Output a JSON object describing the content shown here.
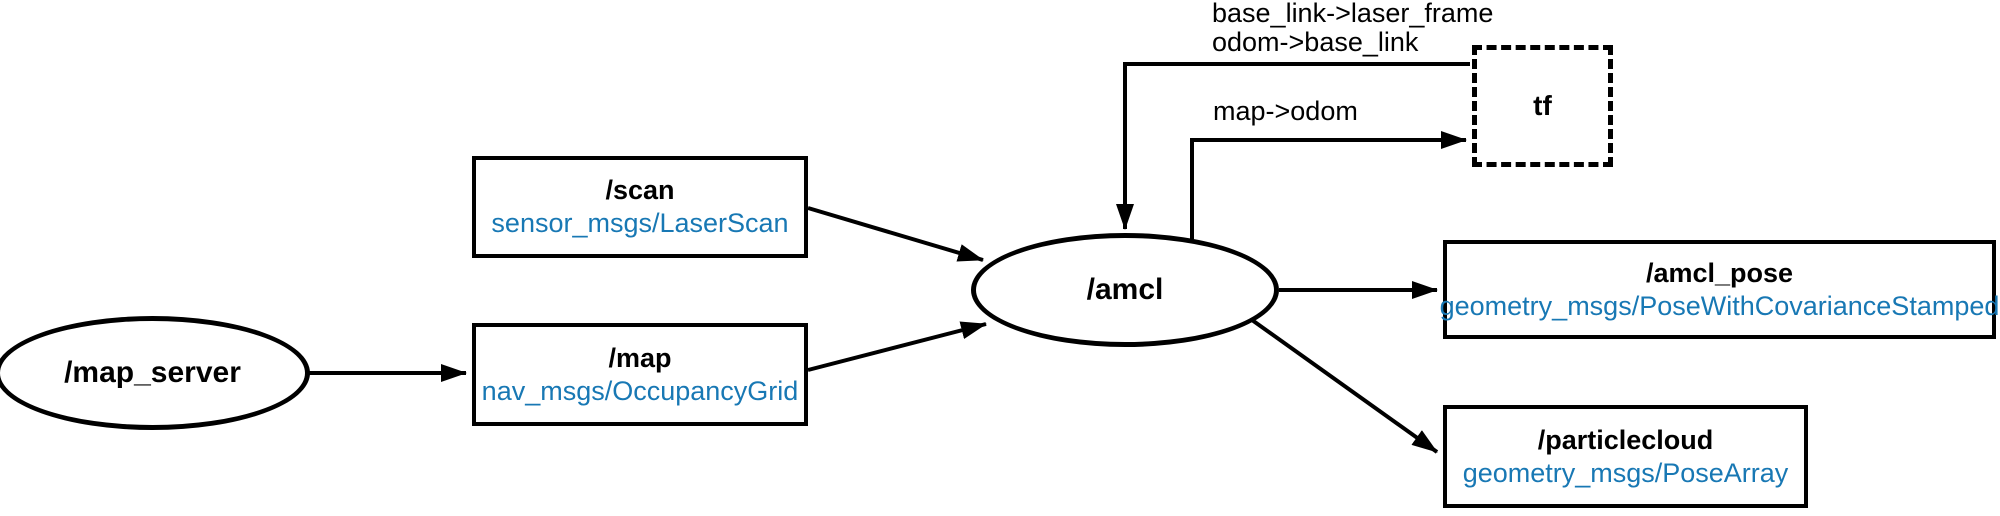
{
  "diagram": {
    "title": "ROS amcl node computation graph",
    "background": "#ffffff",
    "stroke_color": "#000000",
    "topic_type_color": "#1878b4"
  },
  "nodes": {
    "map_server": {
      "label": "/map_server",
      "shape": "ellipse"
    },
    "amcl": {
      "label": "/amcl",
      "shape": "ellipse"
    },
    "tf": {
      "label": "tf",
      "shape": "dashed-box"
    }
  },
  "topics": {
    "scan": {
      "name": "/scan",
      "type": "sensor_msgs/LaserScan"
    },
    "map": {
      "name": "/map",
      "type": "nav_msgs/OccupancyGrid"
    },
    "amcl_pose": {
      "name": "/amcl_pose",
      "type": "geometry_msgs/PoseWithCovarianceStamped"
    },
    "particlecloud": {
      "name": "/particlecloud",
      "type": "geometry_msgs/PoseArray"
    }
  },
  "edges": [
    {
      "from": "/map_server",
      "to": "/map",
      "labels": []
    },
    {
      "from": "/scan",
      "to": "/amcl",
      "labels": []
    },
    {
      "from": "/map",
      "to": "/amcl",
      "labels": []
    },
    {
      "from": "tf",
      "to": "/amcl",
      "labels": [
        "base_link->laser_frame",
        "odom->base_link"
      ]
    },
    {
      "from": "/amcl",
      "to": "tf",
      "labels": [
        "map->odom"
      ]
    },
    {
      "from": "/amcl",
      "to": "/amcl_pose",
      "labels": []
    },
    {
      "from": "/amcl",
      "to": "/particlecloud",
      "labels": []
    }
  ]
}
